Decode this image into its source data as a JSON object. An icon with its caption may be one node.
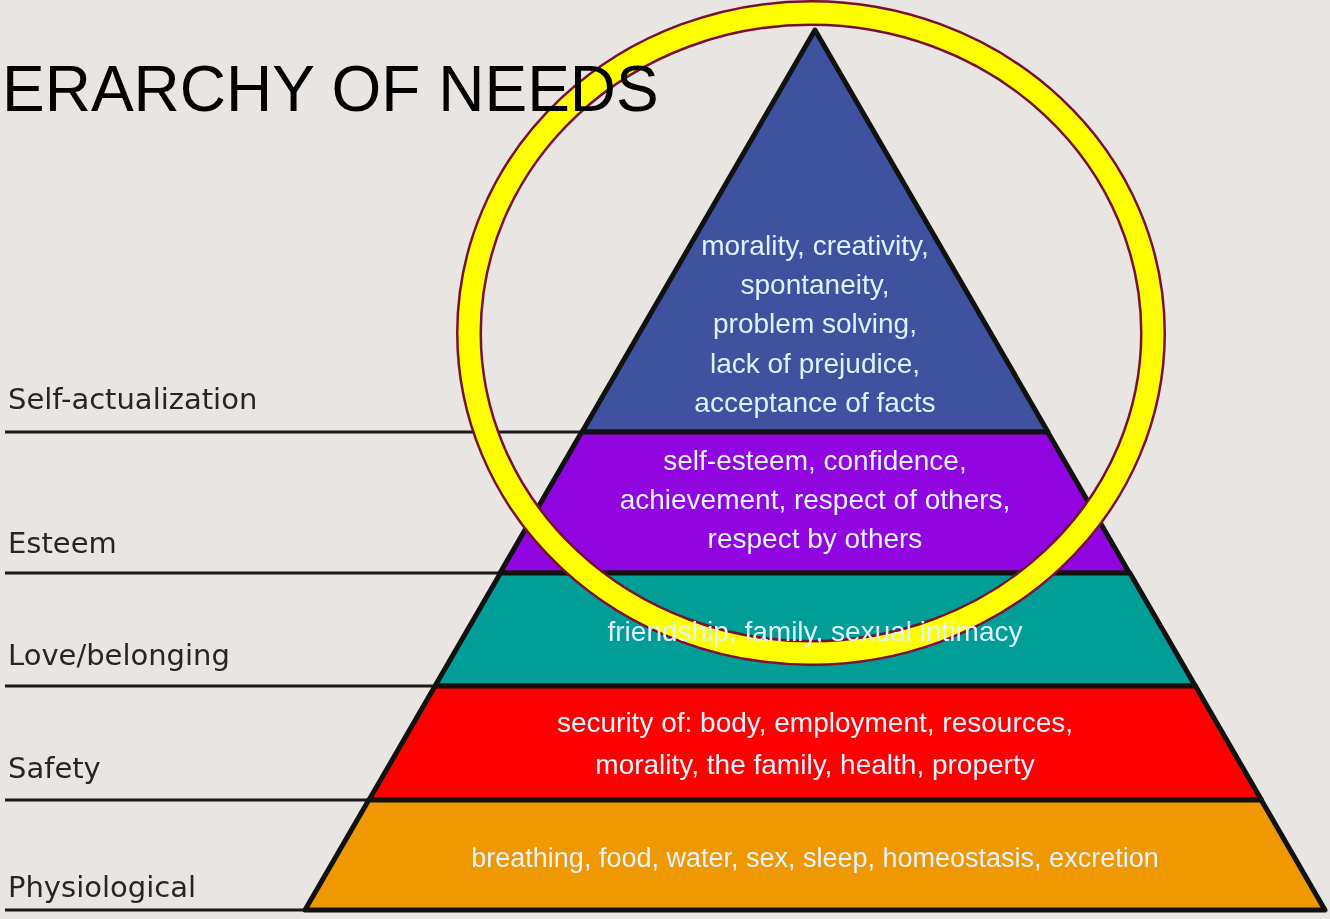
{
  "diagram": {
    "title": "ERARCHY OF NEEDS",
    "nodes": [
      {
        "text": [
          "morality, creativity, spontaneity, problem solving, lack of prejudice, acceptance of facts"
        ]
      },
      {
        "text": [
          "self-esteem, confidence, achievement, respect of others, respect by others"
        ]
      },
      {
        "text": [
          "friendship, family, sexual intimacy"
        ]
      },
      {
        "text": [
          "security of: body, employment, resources, morality, the family, health, property"
        ]
      },
      {
        "text": [
          "breathing, food, water, sex, sleep, homeostasis, excretion"
        ]
      }
    ],
    "labels": [
      "Self-actualization",
      "Esteem",
      "Love/belonging",
      "Safety",
      "Physiological"
    ]
  }
}
